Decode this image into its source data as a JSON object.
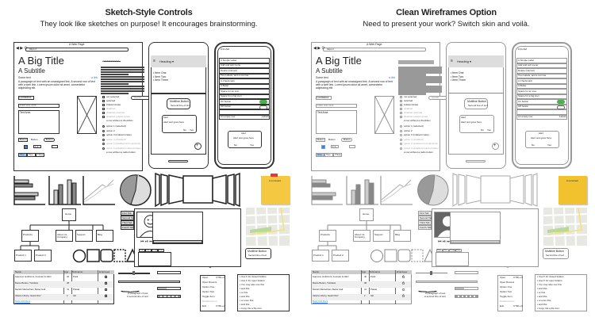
{
  "left": {
    "title": "Sketch-Style Controls",
    "subtitle": "They look like sketches on purpose! It encourages brainstorming."
  },
  "right": {
    "title": "Clean Wireframes Option",
    "subtitle": "Need to present your work? Switch skin and voilà."
  },
  "mockup": {
    "browser": {
      "window_title": "A Web Page",
      "url": "https://",
      "big_title": "A Big Title",
      "subtitle": "A Subtitle",
      "some_text": "Some text",
      "link": "a link",
      "paragraph": "A paragraph of text with an unassigned link. A second row of text with a web link. Lorem ipsum dolor sit amet, consectetur adipisicing elit.",
      "combobox": "Combobox",
      "text_input_placeholder": "enter text here",
      "text_area": "Text Area",
      "search": "search",
      "checkboxes": [
        "not selected",
        "selected",
        "indeterminate",
        "disabled",
        "disabled selected",
        "disabled indeterminate",
        "a row without a checkbox"
      ],
      "radios": [
        "option 1 (selected)",
        "option 2",
        "option 3 (indeterminate)",
        "option 4 (disabled)",
        "option 5 (disabled and selected)",
        "option 6 (disabled indeterminate)",
        "a row without a radio button"
      ],
      "buttons": [
        "Button",
        "Button",
        "Button"
      ],
      "segments": [
        "One",
        "Two",
        "Three"
      ],
      "stepper": "1 2"
    },
    "android": {
      "heading": "Heading",
      "items": [
        "Item One",
        "Item Two",
        "Item Three"
      ],
      "multiline_button": [
        "Multiline Button",
        "Second line of text"
      ],
      "alert": {
        "title": "Alert",
        "text": "Alert text goes here",
        "no": "No",
        "yes": "Yes"
      },
      "fab": "+"
    },
    "iphone": {
      "time": "9:41 AM",
      "rows": [
        "A Simple Label",
        "Add and sub menu",
        "Delete (Cancel)",
        "Two Labels, and a comma",
        "A Checkmark",
        "A Bullet",
        "Space for an icon",
        "Space for a big icon",
        "On button",
        "Off button",
        "",
        "An empty row"
      ],
      "row_right": "Labels",
      "alert": {
        "title": "Alert",
        "text": "Alert text goes here",
        "no": "No",
        "yes": "Yes"
      }
    },
    "sticky": "A comment",
    "sitemap": {
      "home": "Home",
      "level1": [
        "Products",
        "About Us Company",
        "Support",
        "Blog"
      ],
      "level2": [
        "Product 1",
        "Product 2"
      ]
    },
    "vtabs": [
      "First Tab",
      "Second Tab",
      "Third Tab",
      "Fourth Tab"
    ],
    "htabs": [
      "One",
      "Two",
      "Three",
      "Four"
    ],
    "multiline_button": [
      "Multiline Button",
      "Second line of text"
    ],
    "table": {
      "headers": [
        "Name",
        "Age",
        "Nickname",
        "Employee"
      ],
      "rows": [
        [
          "Giacomo Guilizzoni, Founder & CEO",
          "40",
          "Peldi",
          true
        ],
        [
          "Marco Botton, Tuttofare",
          "38",
          "",
          true
        ],
        [
          "Mariah Maclachlan, Better Half",
          "41",
          "Patata",
          false
        ],
        [
          "Valerie Liberty, Head Chef",
          "2",
          "Val",
          true
        ]
      ],
      "footer": "Data Grid Docs"
    },
    "curly": [
      "A paragraph of text.",
      "A second line of text"
    ],
    "menu": [
      [
        "Open",
        "CTRL+O"
      ],
      [
        "Open Recent",
        "›"
      ],
      [
        "Option One",
        ""
      ],
      [
        "Option Two",
        ""
      ],
      [
        "Toggle Item",
        ""
      ],
      [
        "Disabled Item",
        ""
      ],
      [
        "Exit",
        "CTRL+Q"
      ]
    ],
    "tree": [
      "Use F for closed folders",
      "Use F for open folders",
      "You may also use this",
      "and this",
      "or this",
      "and this",
      "or even this",
      "and this",
      "Copy, ble a file icon"
    ],
    "colors": {
      "sticky_sketch": "#f5c842",
      "sticky_clean": "#f2c12e",
      "accent": "#3b7fd9",
      "toggle_on": "#4caf50",
      "dot_sketch": "#f5e400",
      "dot_clean": "#2d6fe8",
      "map_park": "#b9d89b",
      "map_road": "#f5e07a"
    }
  }
}
